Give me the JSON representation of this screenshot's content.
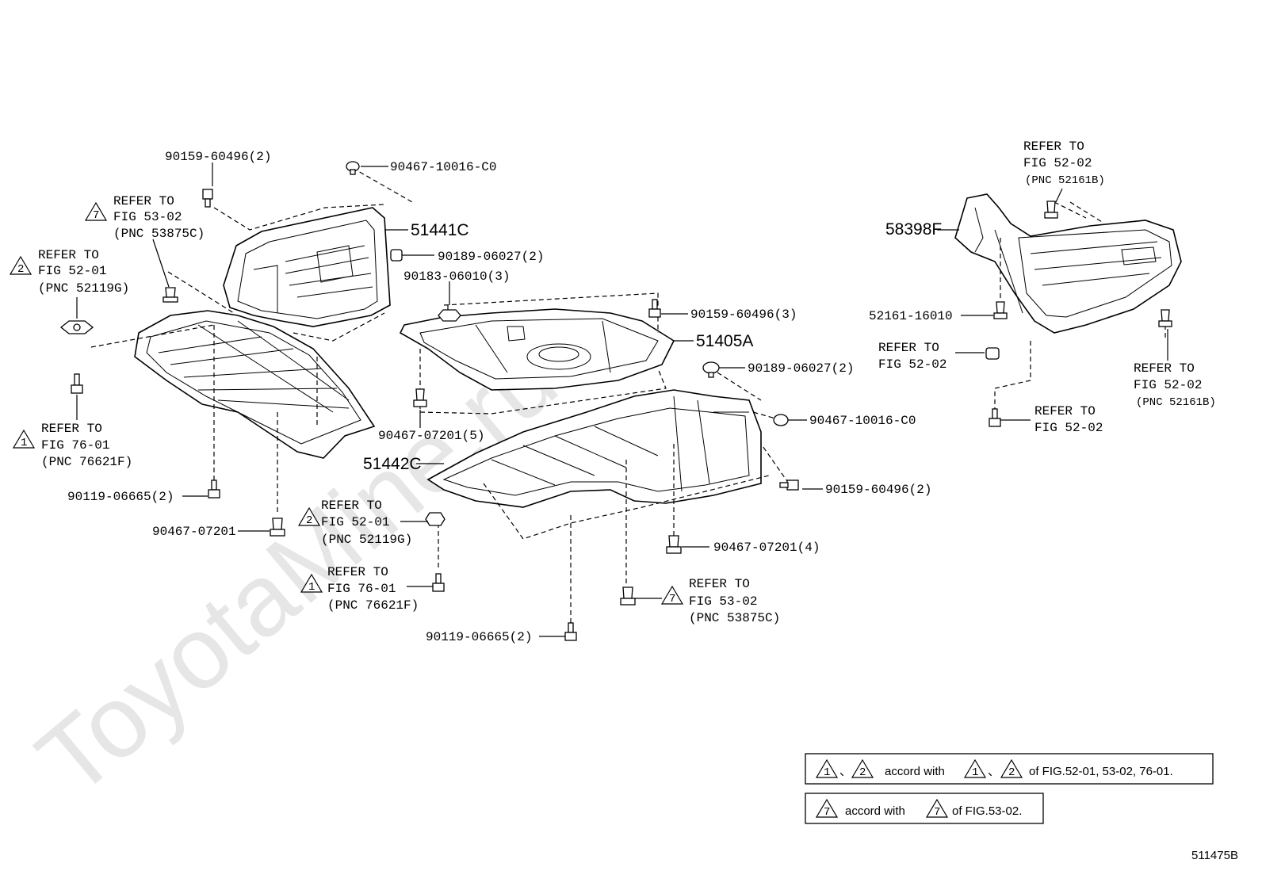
{
  "watermark": "ToyotaMine.ru",
  "figure_id": "511475B",
  "parts": {
    "p51441C": "51441C",
    "p51405A": "51405A",
    "p51442C": "51442C",
    "p58398F": "58398F"
  },
  "fasteners": {
    "f1": "90159-60496(2)",
    "f2": "90467-10016-C0",
    "f3": "90189-06027(2)",
    "f4": "90183-06010(3)",
    "f5": "90159-60496(3)",
    "f6": "90189-06027(2)",
    "f7": "90467-07201(5)",
    "f8": "90467-10016-C0",
    "f9": "90159-60496(2)",
    "f10": "90119-06665(2)",
    "f11": "90467-07201",
    "f12": "90467-07201(4)",
    "f13": "90119-06665(2)",
    "f14": "52161-16010"
  },
  "refs": {
    "r1": {
      "mark": "7",
      "l1": "REFER TO",
      "l2": "FIG 53-02",
      "l3": "(PNC 53875C)"
    },
    "r2": {
      "mark": "2",
      "l1": "REFER TO",
      "l2": "FIG 52-01",
      "l3": "(PNC 52119G)"
    },
    "r3": {
      "mark": "1",
      "l1": "REFER TO",
      "l2": "FIG 76-01",
      "l3": "(PNC 76621F)"
    },
    "r4": {
      "mark": "2",
      "l1": "REFER TO",
      "l2": "FIG 52-01",
      "l3": "(PNC 52119G)"
    },
    "r5": {
      "mark": "1",
      "l1": "REFER TO",
      "l2": "FIG 76-01",
      "l3": "(PNC 76621F)"
    },
    "r6": {
      "mark": "7",
      "l1": "REFER TO",
      "l2": "FIG 53-02",
      "l3": "(PNC 53875C)"
    },
    "r7": {
      "l1": "REFER TO",
      "l2": "FIG 52-02",
      "l3": "(PNC 52161B)"
    },
    "r8": {
      "l1": "REFER TO",
      "l2": "FIG 52-02"
    },
    "r9": {
      "l1": "REFER TO",
      "l2": "FIG 52-02",
      "l3": "(PNC 52161B)"
    },
    "r10": {
      "l1": "REFER TO",
      "l2": "FIG 52-02"
    }
  },
  "legend": {
    "row1": {
      "marks": [
        "1",
        "2"
      ],
      "sep": "、",
      "text1": "accord with",
      "text2": "of FIG.52-01, 53-02, 76-01."
    },
    "row2": {
      "marks": [
        "7"
      ],
      "text1": "accord with",
      "text2": "of FIG.53-02."
    }
  }
}
